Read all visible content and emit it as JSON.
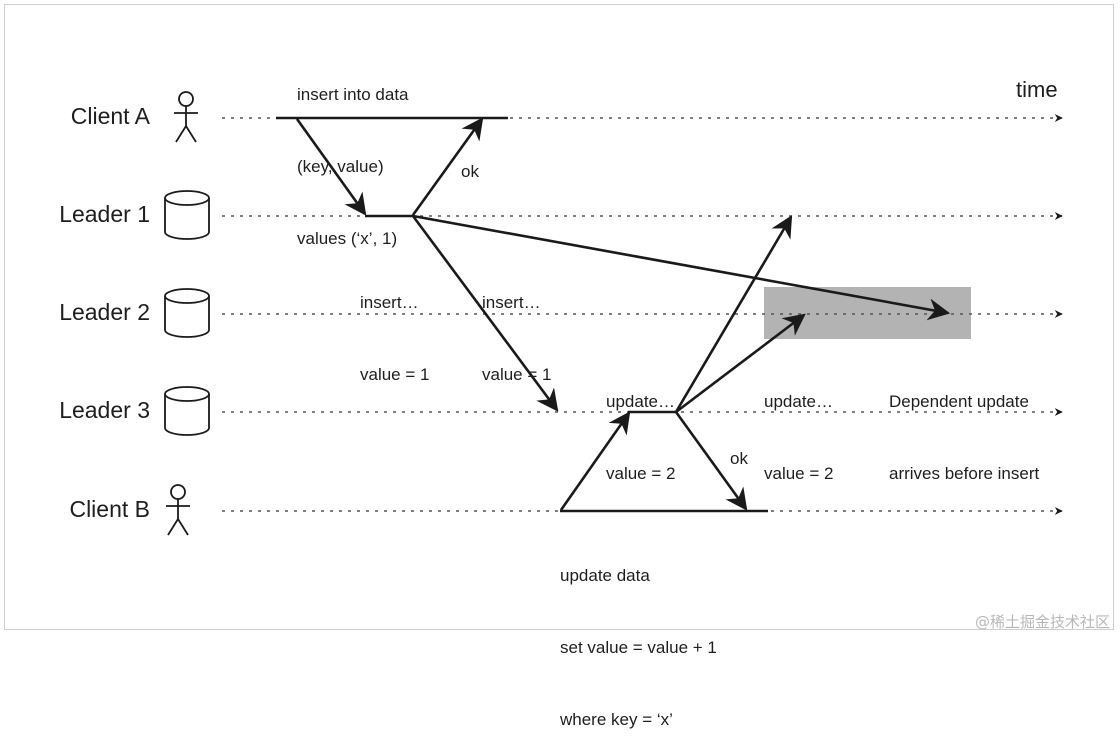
{
  "time_label": "time",
  "rows": [
    {
      "id": "client-a",
      "label": "Client A",
      "icon": "person-icon"
    },
    {
      "id": "leader-1",
      "label": "Leader 1",
      "icon": "database-cylinder-icon"
    },
    {
      "id": "leader-2",
      "label": "Leader 2",
      "icon": "database-cylinder-icon"
    },
    {
      "id": "leader-3",
      "label": "Leader 3",
      "icon": "database-cylinder-icon"
    },
    {
      "id": "client-b",
      "label": "Client B",
      "icon": "person-icon"
    }
  ],
  "notes": {
    "insert_query": [
      "insert into data",
      "(key, value)",
      "values (‘x’, 1)"
    ],
    "ok_a": "ok",
    "insert_l2": [
      "insert…",
      "value = 1"
    ],
    "insert_l3": [
      "insert…",
      "value = 1"
    ],
    "update_l3": [
      "update…",
      "value = 2"
    ],
    "update_l2": [
      "update…",
      "value = 2"
    ],
    "dependent": [
      "Dependent update",
      "arrives before insert"
    ],
    "ok_b": "ok",
    "update_query": [
      "update data",
      "set value = value + 1",
      "where key = ‘x’"
    ]
  },
  "watermark": "@稀土掘金技术社区",
  "colors": {
    "line": "#1a1a1a",
    "highlight": "#b3b3b3",
    "dotted": "#555555"
  }
}
